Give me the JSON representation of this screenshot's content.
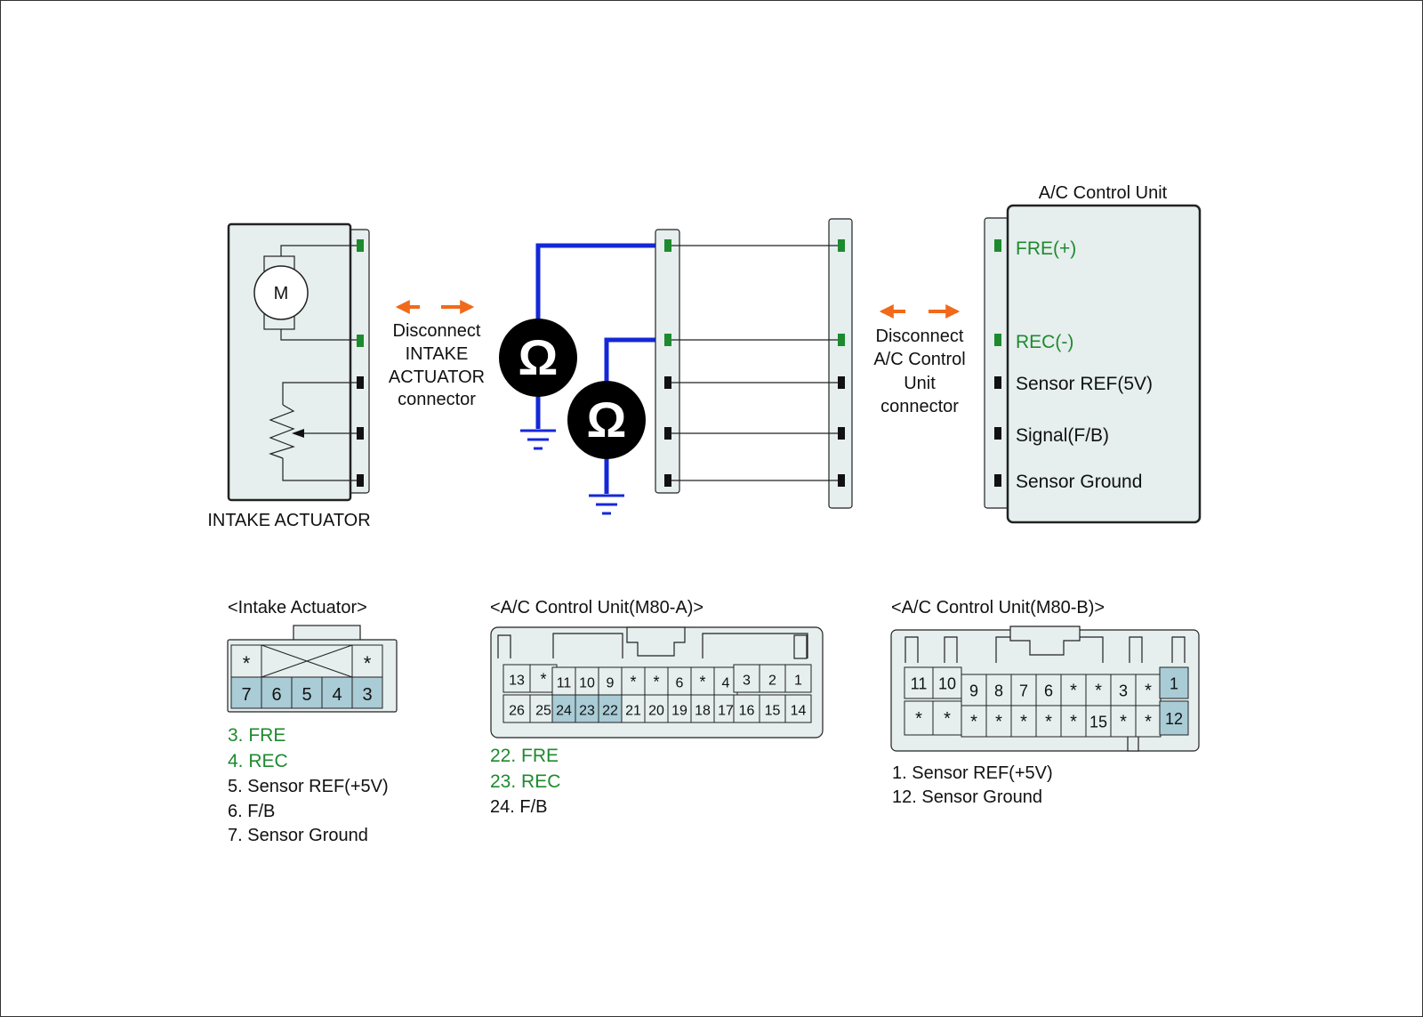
{
  "diagram": {
    "intake_actuator_label": "INTAKE ACTUATOR",
    "motor_label": "M",
    "disconnect_left": [
      "Disconnect",
      "INTAKE",
      "ACTUATOR",
      "connector"
    ],
    "disconnect_right": [
      "Disconnect",
      "A/C Control",
      "Unit",
      "connector"
    ],
    "ohm_symbol": "Ω",
    "ac_unit_title": "A/C Control Unit",
    "ac_unit_terminals": [
      {
        "label": "FRE(+)",
        "color": "#1e8a2e"
      },
      {
        "label": "REC(-)",
        "color": "#1e8a2e"
      },
      {
        "label": "Sensor REF(5V)",
        "color": "#111111"
      },
      {
        "label": "Signal(F/B)",
        "color": "#111111"
      },
      {
        "label": "Sensor Ground",
        "color": "#111111"
      }
    ],
    "colors": {
      "highlight_pin": "#1e8a2e",
      "meter_wire": "#1428d8",
      "arrow": "#f06a1a",
      "highlight_cell": "#a9ccd6"
    }
  },
  "connectors": {
    "intake": {
      "title": "<Intake Actuator>",
      "top_row": [
        "*",
        "",
        "",
        "",
        "*"
      ],
      "bottom_row": [
        "7",
        "6",
        "5",
        "4",
        "3"
      ],
      "legend": [
        {
          "text": "3. FRE",
          "color": "#1e8a2e"
        },
        {
          "text": "4. REC",
          "color": "#1e8a2e"
        },
        {
          "text": "5. Sensor REF(+5V)",
          "color": "#111111"
        },
        {
          "text": "6. F/B",
          "color": "#111111"
        },
        {
          "text": "7. Sensor Ground",
          "color": "#111111"
        }
      ]
    },
    "m80a": {
      "title": "<A/C Control Unit(M80-A)>",
      "top_left": [
        "13",
        "*"
      ],
      "top_mid": [
        "11",
        "10",
        "9",
        "*",
        "*",
        "6",
        "*",
        "4"
      ],
      "top_right": [
        "3",
        "2",
        "1"
      ],
      "bottom_left": [
        "26",
        "25"
      ],
      "bottom_mid": [
        "24",
        "23",
        "22",
        "21",
        "20",
        "19",
        "18",
        "17"
      ],
      "bottom_right": [
        "16",
        "15",
        "14"
      ],
      "highlighted": [
        "24",
        "23",
        "22"
      ],
      "legend": [
        {
          "text": "22. FRE",
          "color": "#1e8a2e"
        },
        {
          "text": "23. REC",
          "color": "#1e8a2e"
        },
        {
          "text": "24. F/B",
          "color": "#111111"
        }
      ]
    },
    "m80b": {
      "title": "<A/C Control Unit(M80-B)>",
      "top_left": [
        "11",
        "10"
      ],
      "top_mid": [
        "9",
        "8",
        "7",
        "6",
        "*",
        "*",
        "3",
        "*"
      ],
      "top_right": [
        "1"
      ],
      "bottom_left": [
        "*",
        "*"
      ],
      "bottom_mid": [
        "*",
        "*",
        "*",
        "*",
        "*",
        "15",
        "*",
        "*"
      ],
      "bottom_right": [
        "12"
      ],
      "highlighted": [
        "1",
        "12"
      ],
      "legend": [
        {
          "text": "1. Sensor REF(+5V)",
          "color": "#111111"
        },
        {
          "text": "12. Sensor Ground",
          "color": "#111111"
        }
      ]
    }
  }
}
